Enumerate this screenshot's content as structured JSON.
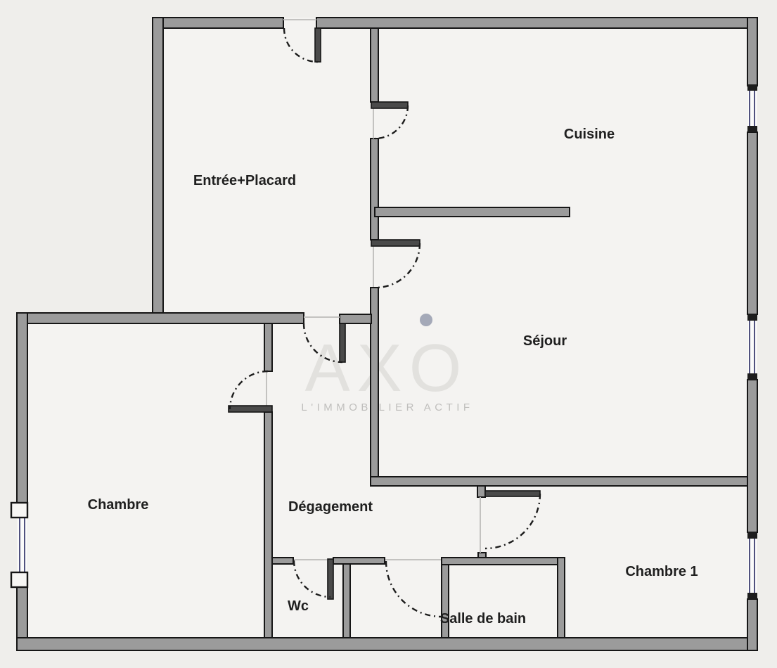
{
  "plan": {
    "type": "floor-plan",
    "rooms": [
      {
        "id": "entree",
        "label": "Entrée+Placard"
      },
      {
        "id": "cuisine",
        "label": "Cuisine"
      },
      {
        "id": "sejour",
        "label": "Séjour"
      },
      {
        "id": "chambre",
        "label": "Chambre"
      },
      {
        "id": "degagement",
        "label": "Dégagement"
      },
      {
        "id": "chambre1",
        "label": "Chambre 1"
      },
      {
        "id": "wc",
        "label": "Wc"
      },
      {
        "id": "sdb",
        "label": "Salle de bain"
      }
    ],
    "watermark": {
      "logo": "AXO",
      "caption": "L'IMMOBILIER ACTIF"
    }
  },
  "colors": {
    "background": "#efeeeb",
    "floor": "#f4f3f1",
    "wall_fill": "#9b9b9b",
    "leaf_fill": "#4a4a4a",
    "line": "#161616",
    "glass": "#50517e",
    "opening": "#c3c2c0",
    "label": "#1f1f1f",
    "wm_text": "#d8d7d4",
    "wm_cap": "#bdbcba",
    "wm_dot": "#9ba1b1"
  }
}
